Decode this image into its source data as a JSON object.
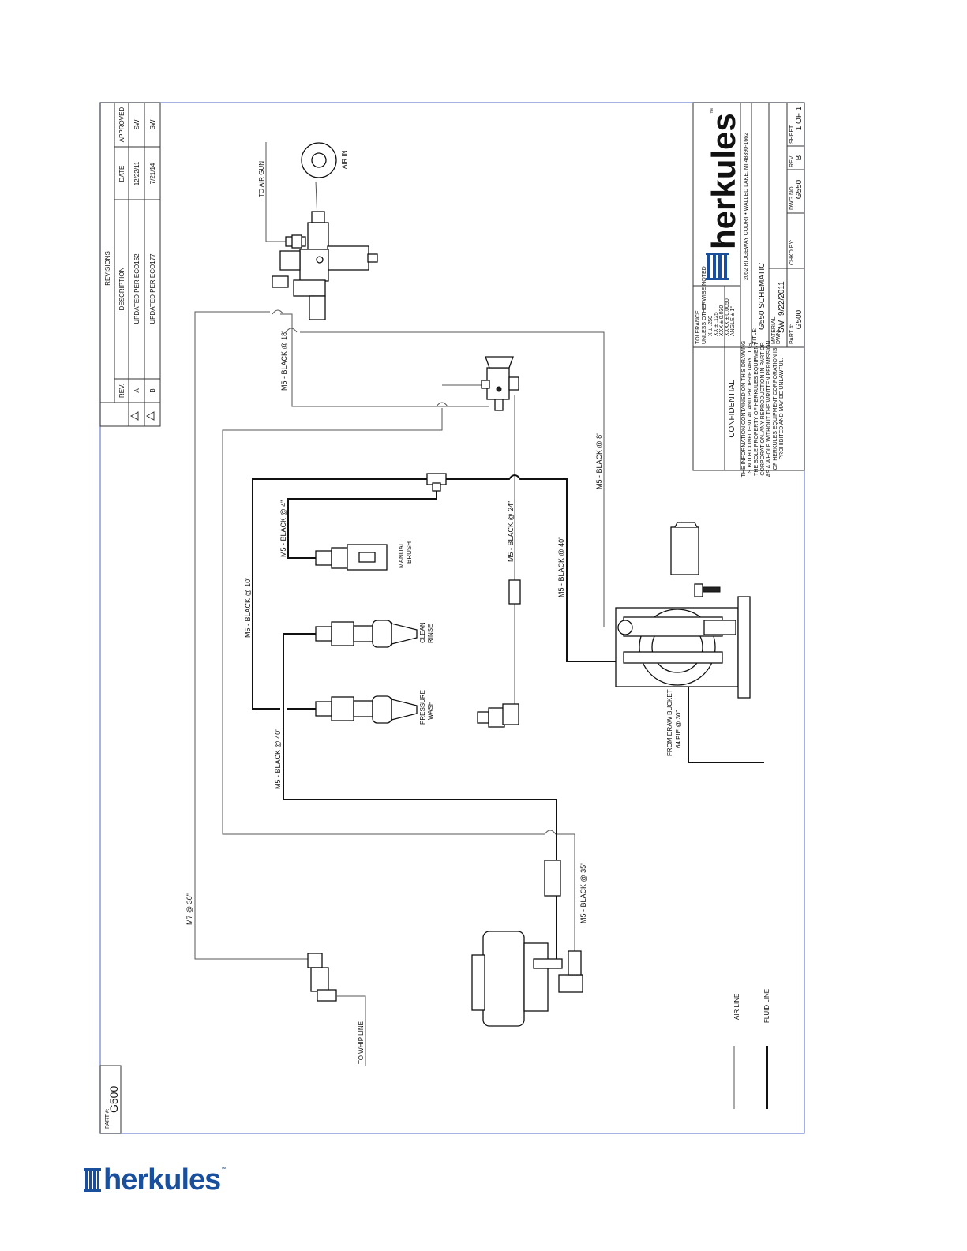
{
  "revisions": {
    "title": "REVISIONS",
    "headers": [
      "REV.",
      "DESCRIPTION",
      "DATE",
      "APPROVED"
    ],
    "rows": [
      {
        "rev": "A",
        "description": "UPDATED PER ECO162",
        "date": "12/22/11",
        "approved": "SW"
      },
      {
        "rev": "B",
        "description": "UPDATED PER ECO177",
        "date": "7/21/14",
        "approved": "SW"
      }
    ]
  },
  "title_block": {
    "brand": "herkules",
    "address": "2052 RIDGEWAY COURT  •  WALLED LAKE, MI 48390-1662",
    "title_label": "TITLE:",
    "title": "G550 SCHEMATIC",
    "material_label": "MATERIAL:",
    "dwn_label": "DWN:",
    "drawn_by": "SW",
    "drawn_date": "9/22/2011",
    "chkd_label": "CHKD BY:",
    "part_label": "PART #:",
    "part_no": "G500",
    "dwg_label": "DWG NO.",
    "dwg_no": "G550",
    "rev_label": "REV",
    "rev": "B",
    "sheet_label": "SHEET:",
    "sheet": "1 OF 1",
    "tolerance_lines": [
      "TOLERANCE",
      "UNLESS OTHERWISE NOTED",
      "X ± .250",
      "XX ± .125",
      "XXX ± 0.030",
      "XXXX ± 0.0050",
      "ANGLE ± 1°"
    ],
    "confidential_title": "CONFIDENTIAL",
    "confidential_lines": [
      "THE INFORMATION CONTAINED ON THIS DRAWING",
      "IS BOTH CONFIDENTIAL AND PROPRIETARY. IT IS",
      "THE SOLE PROPERTY OF HERKULES EQUIPMENT",
      "CORPORATION. ANY REPRODUCTION IN PART OR",
      "AS A WHOLE WITHOUT THE WRITTEN PERMISSION",
      "OF HERKULES EQUIPMENT CORPORATION IS",
      "PROHIBITED AND MAY BE UNLAWFUL."
    ]
  },
  "part_corner": {
    "label": "PART #:",
    "value": "G500"
  },
  "labels": {
    "to_air_gun": "TO AIR GUN",
    "air_in": "AIR IN",
    "to_whip_line": "TO WHIP LINE",
    "manual_brush": [
      "MANUAL",
      "BRUSH"
    ],
    "clean_rinse": [
      "CLEAN",
      "RINSE"
    ],
    "pressure_wash": [
      "PRESSURE",
      "WASH"
    ],
    "from_draw_bucket": [
      "FROM DRAW BUCKET",
      "64 PIE @ 30\""
    ]
  },
  "hose_labels": {
    "m5_18": "M5 - BLACK @ 18'",
    "m5_8": "M5 - BLACK @ 8'",
    "m5_4": "M5 - BLACK @ 4\"",
    "m5_24": "M5 - BLACK @ 24\"",
    "m5_40_top": "M5 - BLACK @ 40'",
    "m5_10": "M5 - BLACK @ 10'",
    "m5_40_left": "M5 - BLACK @ 40'",
    "m7_36": "M7 @ 36\"",
    "m5_35": "M5 - BLACK @ 35'"
  },
  "legend": {
    "air_line": "AIR LINE",
    "fluid_line": "FLUID LINE"
  },
  "footer_logo": "herkules",
  "trademark": "™"
}
